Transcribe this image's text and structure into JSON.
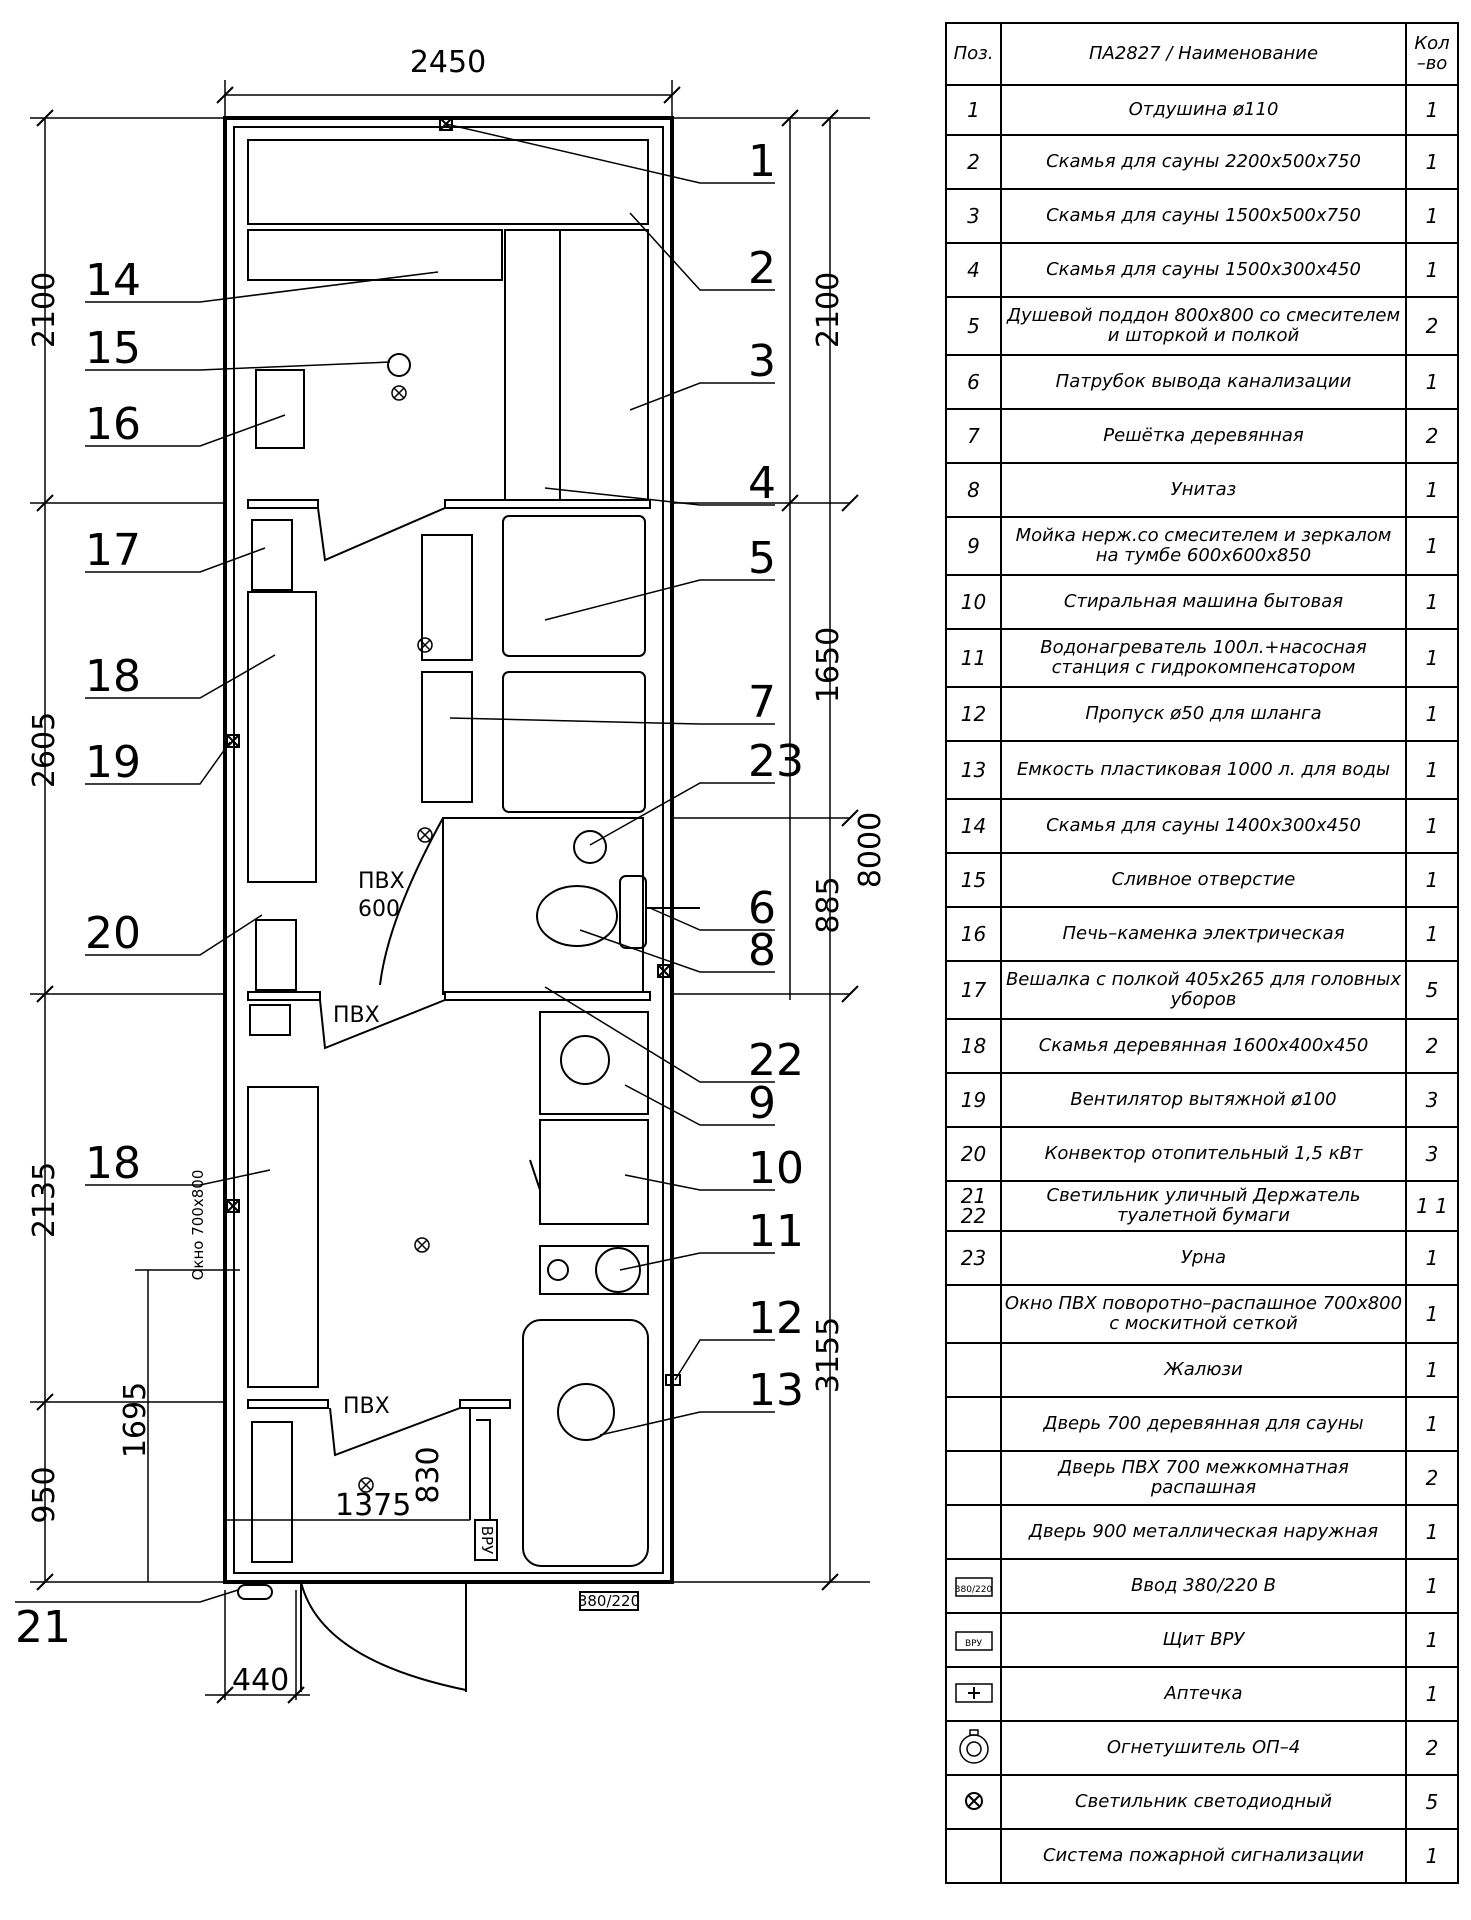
{
  "drawing": {
    "dims": {
      "width": "2450",
      "total": "8000",
      "left_top": "2100",
      "left_mid": "2605",
      "left_bottom": "2135",
      "left_950": "950",
      "left_1695": "1695",
      "right_2100": "2100",
      "right_1650": "1650",
      "right_885": "885",
      "right_3155": "3155",
      "d1375": "1375",
      "d830": "830",
      "d440": "440"
    },
    "labels": {
      "pvh600_a": "ПВХ",
      "pvh600_b": "600",
      "pvh_mid": "ПВХ",
      "pvh_bottom": "ПВХ",
      "window": "Окно 700х800",
      "vru": "ВРУ",
      "input": "380/220"
    },
    "callouts_left": [
      "14",
      "15",
      "16",
      "17",
      "18",
      "19",
      "20",
      "18",
      "21"
    ],
    "callouts_right": [
      "1",
      "2",
      "3",
      "4",
      "5",
      "7",
      "23",
      "6",
      "8",
      "22",
      "9",
      "10",
      "11",
      "12",
      "13"
    ]
  },
  "table": {
    "headers": {
      "pos": "Поз.",
      "name": "ПА2827 / Наименование",
      "qty": "Кол –во"
    },
    "rows": [
      {
        "pos": "1",
        "name": "Отдушина ø110",
        "qty": "1"
      },
      {
        "pos": "2",
        "name": "Скамья для сауны 2200х500х750",
        "qty": "1"
      },
      {
        "pos": "3",
        "name": "Скамья для сауны 1500х500х750",
        "qty": "1"
      },
      {
        "pos": "4",
        "name": "Скамья для сауны 1500х300х450",
        "qty": "1"
      },
      {
        "pos": "5",
        "name": "Душевой поддон 800х800 со смесителем и шторкой и полкой",
        "qty": "2"
      },
      {
        "pos": "6",
        "name": "Патрубок вывода канализации",
        "qty": "1"
      },
      {
        "pos": "7",
        "name": "Решётка деревянная",
        "qty": "2"
      },
      {
        "pos": "8",
        "name": "Унитаз",
        "qty": "1"
      },
      {
        "pos": "9",
        "name": "Мойка нерж.со смесителем и зеркалом на тумбе 600х600х850",
        "qty": "1"
      },
      {
        "pos": "10",
        "name": "Стиральная машина бытовая",
        "qty": "1"
      },
      {
        "pos": "11",
        "name": "Водонагреватель 100л.+насосная станция с гидрокомпенсатором",
        "qty": "1"
      },
      {
        "pos": "12",
        "name": "Пропуск ø50 для шланга",
        "qty": "1"
      },
      {
        "pos": "13",
        "name": "Емкость пластиковая 1000 л. для воды",
        "qty": "1"
      },
      {
        "pos": "14",
        "name": "Скамья для сауны 1400х300х450",
        "qty": "1"
      },
      {
        "pos": "15",
        "name": "Сливное отверстие",
        "qty": "1"
      },
      {
        "pos": "16",
        "name": "Печь–каменка электрическая",
        "qty": "1"
      },
      {
        "pos": "17",
        "name": "Вешалка с полкой 405х265 для головных уборов",
        "qty": "5"
      },
      {
        "pos": "18",
        "name": "Скамья деревянная 1600х400х450",
        "qty": "2"
      },
      {
        "pos": "19",
        "name": "Вентилятор вытяжной ø100",
        "qty": "3"
      },
      {
        "pos": "20",
        "name": "Конвектор отопительный 1,5 кВт",
        "qty": "3"
      },
      {
        "pos": "21 22",
        "name": "Светильник уличный Держатель туалетной бумаги",
        "qty": "1 1"
      },
      {
        "pos": "23",
        "name": "Урна",
        "qty": "1"
      },
      {
        "pos": "",
        "name": "Окно ПВХ поворотно–распашное 700х800 с москитной сеткой",
        "qty": "1"
      },
      {
        "pos": "",
        "name": "Жалюзи",
        "qty": "1"
      },
      {
        "pos": "",
        "name": "Дверь 700 деревянная для сауны",
        "qty": "1"
      },
      {
        "pos": "",
        "name": "Дверь ПВХ 700 межкомнатная распашная",
        "qty": "2"
      },
      {
        "pos": "",
        "name": "Дверь 900 металлическая наружная",
        "qty": "1"
      },
      {
        "pos": "",
        "icon": "input-380-220-symbol",
        "icon_text": "380/220",
        "name": "Ввод 380/220 В",
        "qty": "1"
      },
      {
        "pos": "",
        "icon": "vru-panel-symbol",
        "icon_text": "ВРУ",
        "name": "Щит ВРУ",
        "qty": "1"
      },
      {
        "pos": "",
        "icon": "first-aid-kit-symbol",
        "name": "Аптечка",
        "qty": "1"
      },
      {
        "pos": "",
        "icon": "fire-extinguisher-symbol",
        "name": "Огнетушитель ОП–4",
        "qty": "2"
      },
      {
        "pos": "",
        "icon": "led-light-symbol",
        "name": "Светильник светодиодный",
        "qty": "5"
      },
      {
        "pos": "",
        "name": "Система пожарной сигнализации",
        "qty": "1"
      }
    ]
  }
}
